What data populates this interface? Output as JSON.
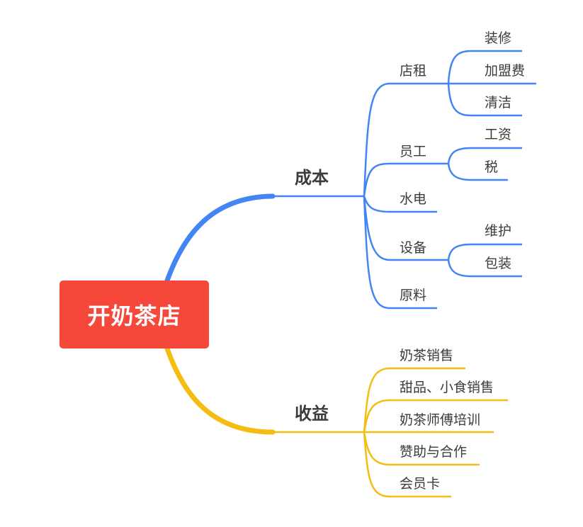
{
  "root": {
    "label": "开奶茶店",
    "color": "#f5483b"
  },
  "branches": [
    {
      "id": "cost",
      "label": "成本",
      "color": "#4285f4",
      "children": [
        {
          "label": "店租",
          "children": [
            "装修",
            "加盟费",
            "清洁"
          ]
        },
        {
          "label": "员工",
          "children": [
            "工资",
            "税"
          ]
        },
        {
          "label": "水电",
          "children": []
        },
        {
          "label": "设备",
          "children": [
            "维护",
            "包装"
          ]
        },
        {
          "label": "原料",
          "children": []
        }
      ]
    },
    {
      "id": "income",
      "label": "收益",
      "color": "#f4bd12",
      "children": [
        {
          "label": "奶茶销售",
          "children": []
        },
        {
          "label": "甜品、小食销售",
          "children": []
        },
        {
          "label": "奶茶师傅培训",
          "children": []
        },
        {
          "label": "赞助与合作",
          "children": []
        },
        {
          "label": "会员卡",
          "children": []
        }
      ]
    }
  ]
}
